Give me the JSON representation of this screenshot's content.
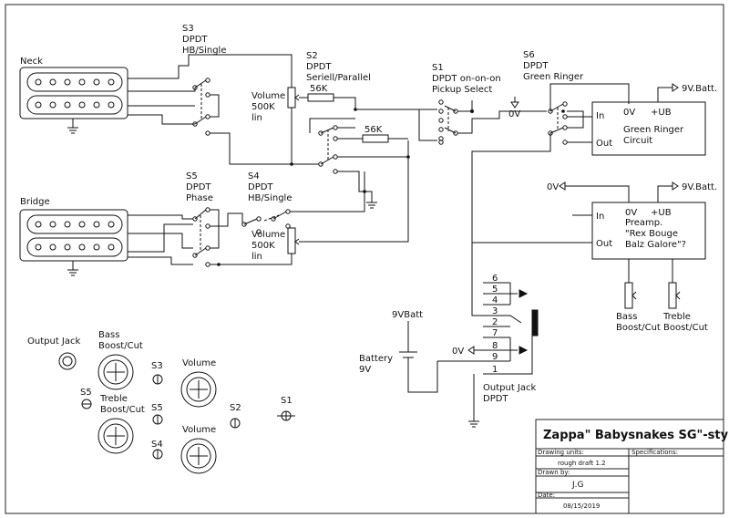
{
  "switches": {
    "s3": {
      "name": "S3",
      "type": "DPDT",
      "func": "HB/Single"
    },
    "s2": {
      "name": "S2",
      "type": "DPDT",
      "func": "Seriell/Parallel"
    },
    "s1": {
      "name": "S1",
      "type": "DPDT on-on-on",
      "func": "Pickup Select"
    },
    "s6": {
      "name": "S6",
      "type": "DPDT",
      "func": "Green Ringer"
    },
    "s5": {
      "name": "S5",
      "type": "DPDT",
      "func": "Phase"
    },
    "s4": {
      "name": "S4",
      "type": "DPDT",
      "func": "HB/Single"
    }
  },
  "pickups": {
    "neck": "Neck",
    "bridge": "Bridge"
  },
  "pots": {
    "volume_neck": {
      "l1": "Volume",
      "l2": "500K",
      "l3": "lin"
    },
    "volume_bridge": {
      "l1": "Volume",
      "l2": "500K",
      "l3": "lin"
    },
    "bass": {
      "l1": "Bass",
      "l2": "Boost/Cut"
    },
    "treble": {
      "l1": "Treble",
      "l2": "Boost/Cut"
    }
  },
  "resistors": {
    "r1": "56K",
    "r2": "56K"
  },
  "green_ringer": {
    "supply": "9V.Batt.",
    "in": "In",
    "out": "Out",
    "zero": "0V",
    "ub": "+UB",
    "name1": "Green Ringer",
    "name2": "Circuit",
    "ext_zero": "0V"
  },
  "preamp": {
    "supply": "9V.Batt.",
    "in": "In",
    "out": "Out",
    "zero": "0V",
    "ub": "+UB",
    "ext_zero": "0V",
    "n1": "Preamp.",
    "n2": "\"Rex Bouge",
    "n3": "Balz Galore\"?"
  },
  "battery": {
    "rail": "9VBatt",
    "l1": "Battery",
    "l2": "9V",
    "zero": "0V"
  },
  "jack": {
    "label1": "Output Jack",
    "label2": "DPDT",
    "pins": [
      "6",
      "5",
      "4",
      "3",
      "2",
      "7",
      "8",
      "9",
      "1"
    ]
  },
  "layout_labels": {
    "output_jack": "Output Jack",
    "bass1": "Bass",
    "bass2": "Boost/Cut",
    "treble1": "Treble",
    "treble2": "Boost/Cut",
    "volume1": "Volume",
    "volume2": "Volume",
    "s1": "S1",
    "s2": "S2",
    "s3": "S3",
    "s4": "S4",
    "s5": "S5"
  },
  "title_block": {
    "title": "Zappa\" Babysnakes SG\"-style",
    "units_label": "Drawing units:",
    "units_value": "rough draft 1.2",
    "specs_label": "Specifications:",
    "drawn_label": "Drawn by:",
    "drawn_value": "J.G",
    "date_label": "Date:",
    "date_value": "08/15/2019"
  },
  "colors": {
    "ink": "#111111",
    "frame": "#222222"
  }
}
